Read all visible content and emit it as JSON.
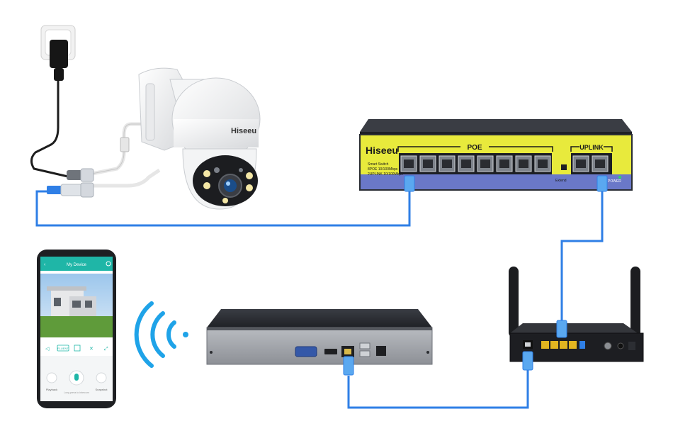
{
  "camera": {
    "brand": "Hiseeu"
  },
  "switch": {
    "brand": "Hiseeu",
    "poe_label": "POE",
    "uplink_label": "UPLINK",
    "desc_line1": "Smart Switch",
    "desc_line2": "8POE 10/100Mbps",
    "desc_line3": "2UPLINK 10/100Mbps",
    "extend_label": "Extend",
    "power_label": "POWER"
  },
  "phone": {
    "screen_title": "My Device",
    "live_label": "FLUENT",
    "playback_label": "Playback",
    "talk_label": "Long press to intercom",
    "snapshot_label": "Snapshot"
  },
  "colors": {
    "cable": "#2f7fe6",
    "switch_yellow": "#e8ea3c",
    "switch_blue": "#6a78c8",
    "wifi": "#1fa3e8",
    "device_dark": "#2a2d33"
  }
}
